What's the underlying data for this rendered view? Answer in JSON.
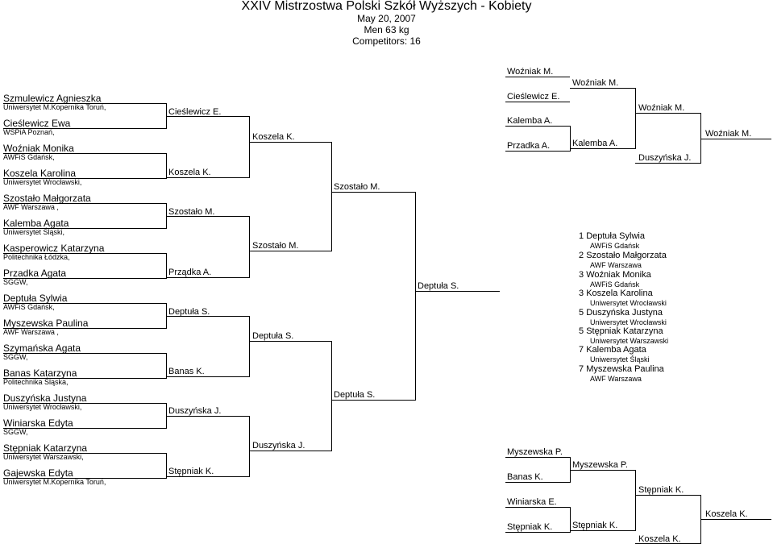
{
  "header": {
    "title": "XXIV Mistrzostwa Polski Szkół Wyższych - Kobiety",
    "date": "May 20, 2007",
    "category": "Men 63 kg",
    "competitors": "Competitors: 16"
  },
  "competitors": [
    {
      "name": "Szmulewicz Agnieszka",
      "club": "Uniwersytet M.Kopernika Toruń,"
    },
    {
      "name": "Cieślewicz Ewa",
      "club": "WSPiA Poznań,"
    },
    {
      "name": "Woźniak Monika",
      "club": "AWFiS Gdańsk,"
    },
    {
      "name": "Koszela Karolina",
      "club": "Uniwersytet Wrocławski,"
    },
    {
      "name": "Szostało Małgorzata",
      "club": "AWF Warszawa ,"
    },
    {
      "name": "Kalemba Agata",
      "club": "Uniwersytet Śląski,"
    },
    {
      "name": "Kasperowicz Katarzyna",
      "club": "Politechnika Łódzka,"
    },
    {
      "name": "Przadka Agata",
      "club": "SGGW,"
    },
    {
      "name": "Deptuła Sylwia",
      "club": "AWFiS Gdańsk,"
    },
    {
      "name": "Myszewska Paulina",
      "club": "AWF Warszawa ,"
    },
    {
      "name": "Szymańska Agata",
      "club": "SGGW,"
    },
    {
      "name": "Banas Katarzyna",
      "club": "Politechnika Śląska,"
    },
    {
      "name": "Duszyńska Justyna",
      "club": "Uniwersytet Wrocławski,"
    },
    {
      "name": "Winiarska Edyta",
      "club": "SGGW,"
    },
    {
      "name": "Stępniak Katarzyna",
      "club": "Uniwersytet Warszawski,"
    },
    {
      "name": "Gajewska Edyta",
      "club": "Uniwersytet M.Kopernika Toruń,"
    }
  ],
  "round2": [
    "Cieślewicz E.",
    "Koszela K.",
    "Szostało M.",
    "Prządka A.",
    "Deptuła S.",
    "Banas K.",
    "Duszyńska J.",
    "Stępniak K."
  ],
  "quarterfinals": [
    "Koszela K.",
    "Szostało M.",
    "Deptuła S.",
    "Duszyńska J."
  ],
  "semifinals": [
    "Szostało M.",
    "Deptuła S."
  ],
  "final_winner": "Deptuła S.",
  "repechage_a": {
    "r1": [
      "Woźniak M.",
      "Cieślewicz E.",
      "Kalemba A.",
      "Przadka A."
    ],
    "r2": [
      "Woźniak M.",
      "Kalemba A."
    ],
    "r3": [
      "Woźniak M.",
      "Duszyńska J."
    ],
    "winner": "Woźniak M."
  },
  "repechage_b": {
    "r1": [
      "Myszewska P.",
      "Banas K.",
      "Winiarska E.",
      "Stępniak K."
    ],
    "r2": [
      "Myszewska P.",
      "Stępniak K."
    ],
    "r3": [
      "Stępniak K.",
      "Koszela K."
    ],
    "winner": "Koszela K."
  },
  "results": [
    {
      "rank": "1",
      "name": "Deptuła Sylwia",
      "club": "AWFiS Gdańsk"
    },
    {
      "rank": "2",
      "name": "Szostało Małgorzata",
      "club": "AWF Warszawa"
    },
    {
      "rank": "3",
      "name": "Woźniak Monika",
      "club": "AWFiS Gdańsk"
    },
    {
      "rank": "3",
      "name": "Koszela Karolina",
      "club": "Uniwersytet Wrocławski"
    },
    {
      "rank": "5",
      "name": "Duszyńska Justyna",
      "club": "Uniwersytet Wrocławski"
    },
    {
      "rank": "5",
      "name": "Stępniak Katarzyna",
      "club": "Uniwersytet Warszawski"
    },
    {
      "rank": "7",
      "name": "Kalemba Agata",
      "club": "Uniwersytet Śląski"
    },
    {
      "rank": "7",
      "name": "Myszewska Paulina",
      "club": "AWF Warszawa"
    }
  ]
}
